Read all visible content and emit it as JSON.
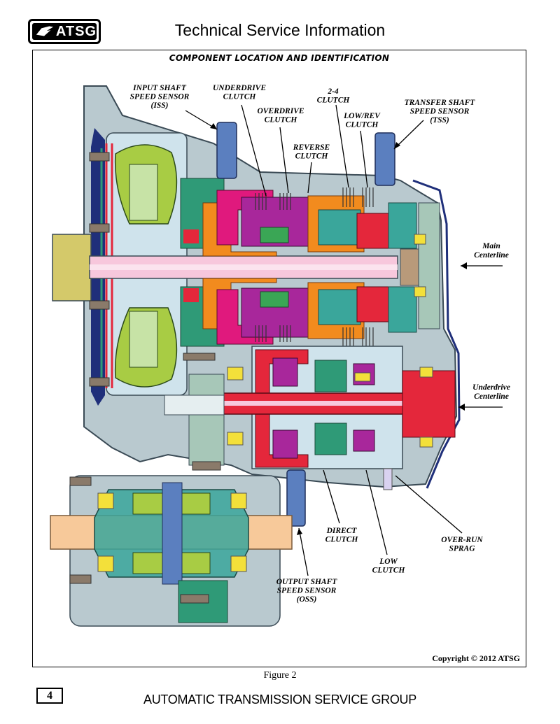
{
  "header": {
    "logo_text": "ATSG",
    "title": "Technical Service Information"
  },
  "diagram": {
    "title": "COMPONENT LOCATION AND IDENTIFICATION",
    "labels": {
      "iss": [
        "INPUT SHAFT",
        "SPEED SENSOR",
        "(ISS)"
      ],
      "underdrive_clutch": [
        "UNDERDRIVE",
        "CLUTCH"
      ],
      "overdrive_clutch": [
        "OVERDRIVE",
        "CLUTCH"
      ],
      "reverse_clutch": [
        "REVERSE",
        "CLUTCH"
      ],
      "clutch_2_4": [
        "2-4",
        "CLUTCH"
      ],
      "low_rev_clutch": [
        "LOW/REV",
        "CLUTCH"
      ],
      "tss": [
        "TRANSFER SHAFT",
        "SPEED SENSOR",
        "(TSS)"
      ],
      "main_centerline": [
        "Main",
        "Centerline"
      ],
      "underdrive_centerline": [
        "Underdrive",
        "Centerline"
      ],
      "direct_clutch": [
        "DIRECT",
        "CLUTCH"
      ],
      "over_run_sprag": [
        "OVER-RUN",
        "SPRAG"
      ],
      "low_clutch": [
        "LOW",
        "CLUTCH"
      ],
      "oss": [
        "OUTPUT SHAFT",
        "SPEED SENSOR",
        "(OSS)"
      ]
    },
    "copyright": "Copyright © 2012 ATSG"
  },
  "figure_caption": "Figure 2",
  "page_number": "4",
  "footer": "AUTOMATIC TRANSMISSION SERVICE GROUP",
  "colors": {
    "case": "#b9c9cf",
    "torque_converter": "#a8cc44",
    "underdrive": "#e0197d",
    "overdrive": "#a8279b",
    "shaft": "#f7c7dc",
    "sensor": "#5b7fbf",
    "green_pump": "#2f9a77",
    "orange": "#f28b1e",
    "red": "#e4273b",
    "differential": "#f7c99a"
  }
}
